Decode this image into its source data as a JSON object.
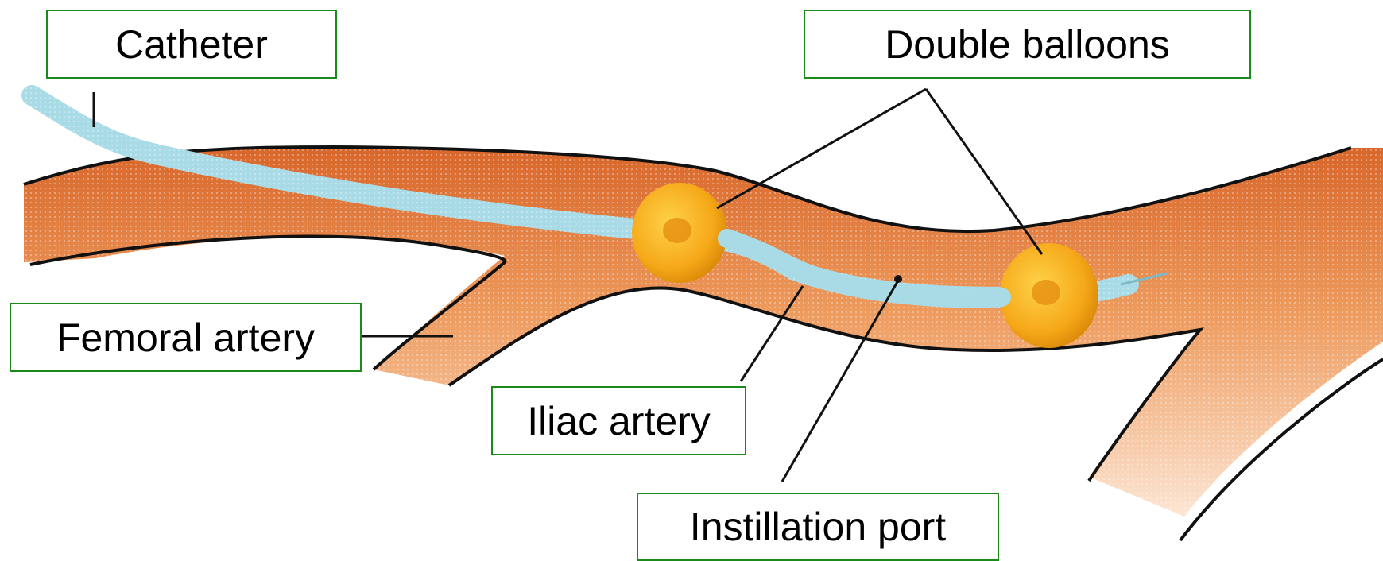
{
  "labels": {
    "catheter": "Catheter",
    "double_balloons": "Double balloons",
    "femoral_artery": "Femoral artery",
    "iliac_artery": "Iliac artery",
    "instillation_port": "Instillation port"
  },
  "colors": {
    "label_border": "#1a8a1a",
    "vessel_fill": "#e9894a",
    "vessel_light": "#fbe3cf",
    "vessel_outline": "#111111",
    "catheter": "#a9dbe6",
    "balloon": "#f5b020",
    "leader_line": "#111111"
  }
}
